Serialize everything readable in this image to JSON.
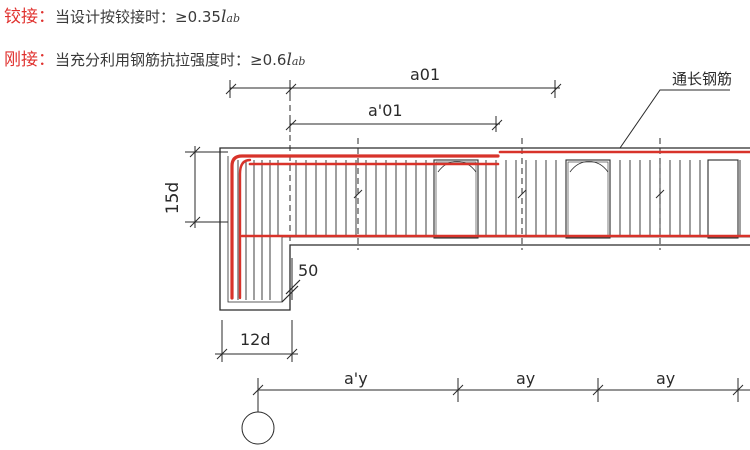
{
  "notes": {
    "hinged": {
      "tag": "铰接：",
      "text": "当设计按铰接时：≥0.35",
      "symbol": "l",
      "subscript": "ab"
    },
    "rigid": {
      "tag": "刚接：",
      "text": "当充分利用钢筋抗拉强度时：≥0.6",
      "symbol": "l",
      "subscript": "ab"
    }
  },
  "dimensions": {
    "a01": "a01",
    "a01_prime": "a'01",
    "d15": "15d",
    "d50": "50",
    "d12": "12d",
    "ay_prime": "a'y",
    "ay_1": "ay",
    "ay_2": "ay"
  },
  "callout": {
    "label": "通长钢筋"
  },
  "colors": {
    "rebar": "#d8332a",
    "line": "#2a2a2a"
  }
}
